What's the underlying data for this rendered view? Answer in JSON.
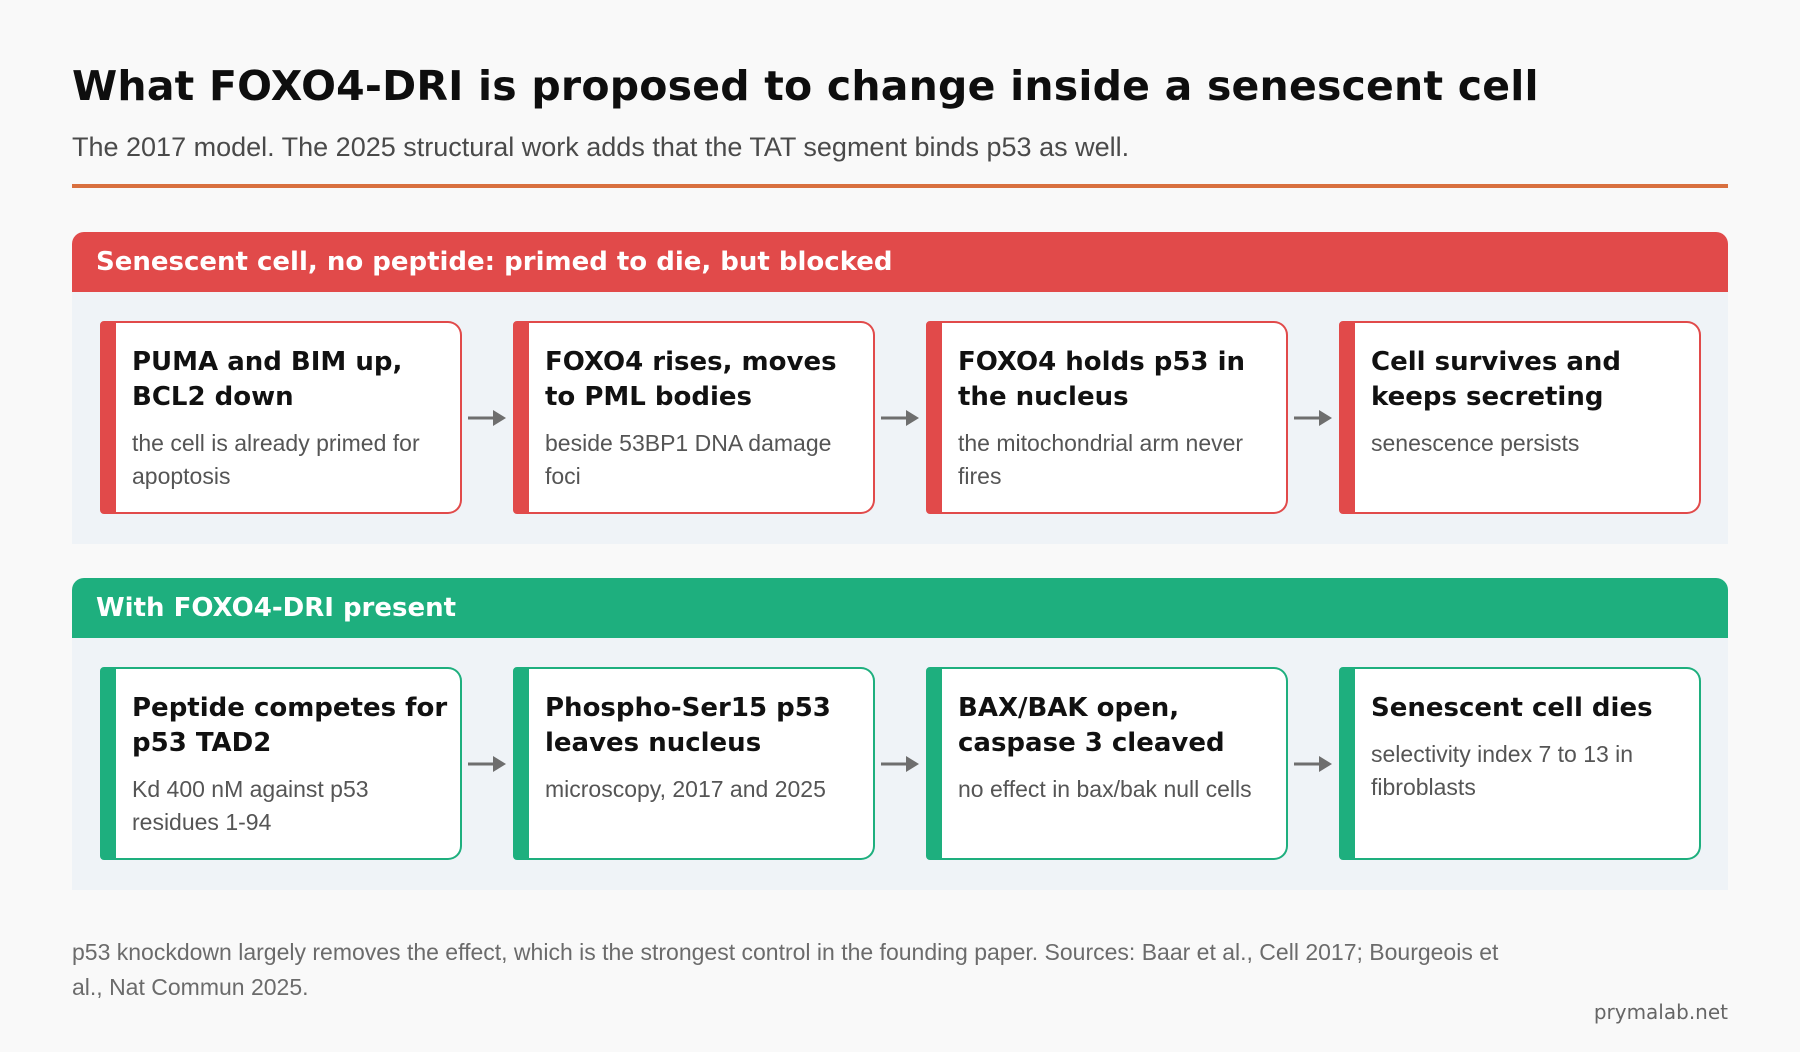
{
  "header": {
    "title": "What FOXO4-DRI is proposed to change inside a senescent cell",
    "subtitle": "The 2017 model. The 2025 structural work adds that the TAT segment binds p53 as well."
  },
  "colors": {
    "accent_rule": "#d9703f",
    "blocked": "#e14a4a",
    "active": "#1eaf7e",
    "panel_bg": "#eff3f7",
    "arrow": "#6e6e6e"
  },
  "panels": [
    {
      "label": "Senescent cell, no peptide: primed to die, but blocked",
      "cards": [
        {
          "title": "PUMA and BIM up, BCL2 down",
          "desc": "the cell is already primed for apoptosis"
        },
        {
          "title": "FOXO4 rises, moves to PML bodies",
          "desc": "beside 53BP1 DNA damage foci"
        },
        {
          "title": "FOXO4 holds p53 in the nucleus",
          "desc": "the mitochondrial arm never fires"
        },
        {
          "title": "Cell survives and keeps secreting",
          "desc": "senescence persists"
        }
      ]
    },
    {
      "label": "With FOXO4-DRI present",
      "cards": [
        {
          "title": "Peptide competes for p53 TAD2",
          "desc": "Kd 400 nM against p53 residues 1-94"
        },
        {
          "title": "Phospho-Ser15 p53 leaves nucleus",
          "desc": "microscopy, 2017 and 2025"
        },
        {
          "title": "BAX/BAK open, caspase 3 cleaved",
          "desc": "no effect in bax/bak null cells"
        },
        {
          "title": "Senescent cell dies",
          "desc": "selectivity index 7 to 13 in fibroblasts"
        }
      ]
    }
  ],
  "footnote": "p53 knockdown largely removes the effect, which is the strongest control in the founding paper. Sources: Baar et al., Cell 2017; Bourgeois et al., Nat Commun 2025.",
  "brand": "prymalab.net"
}
